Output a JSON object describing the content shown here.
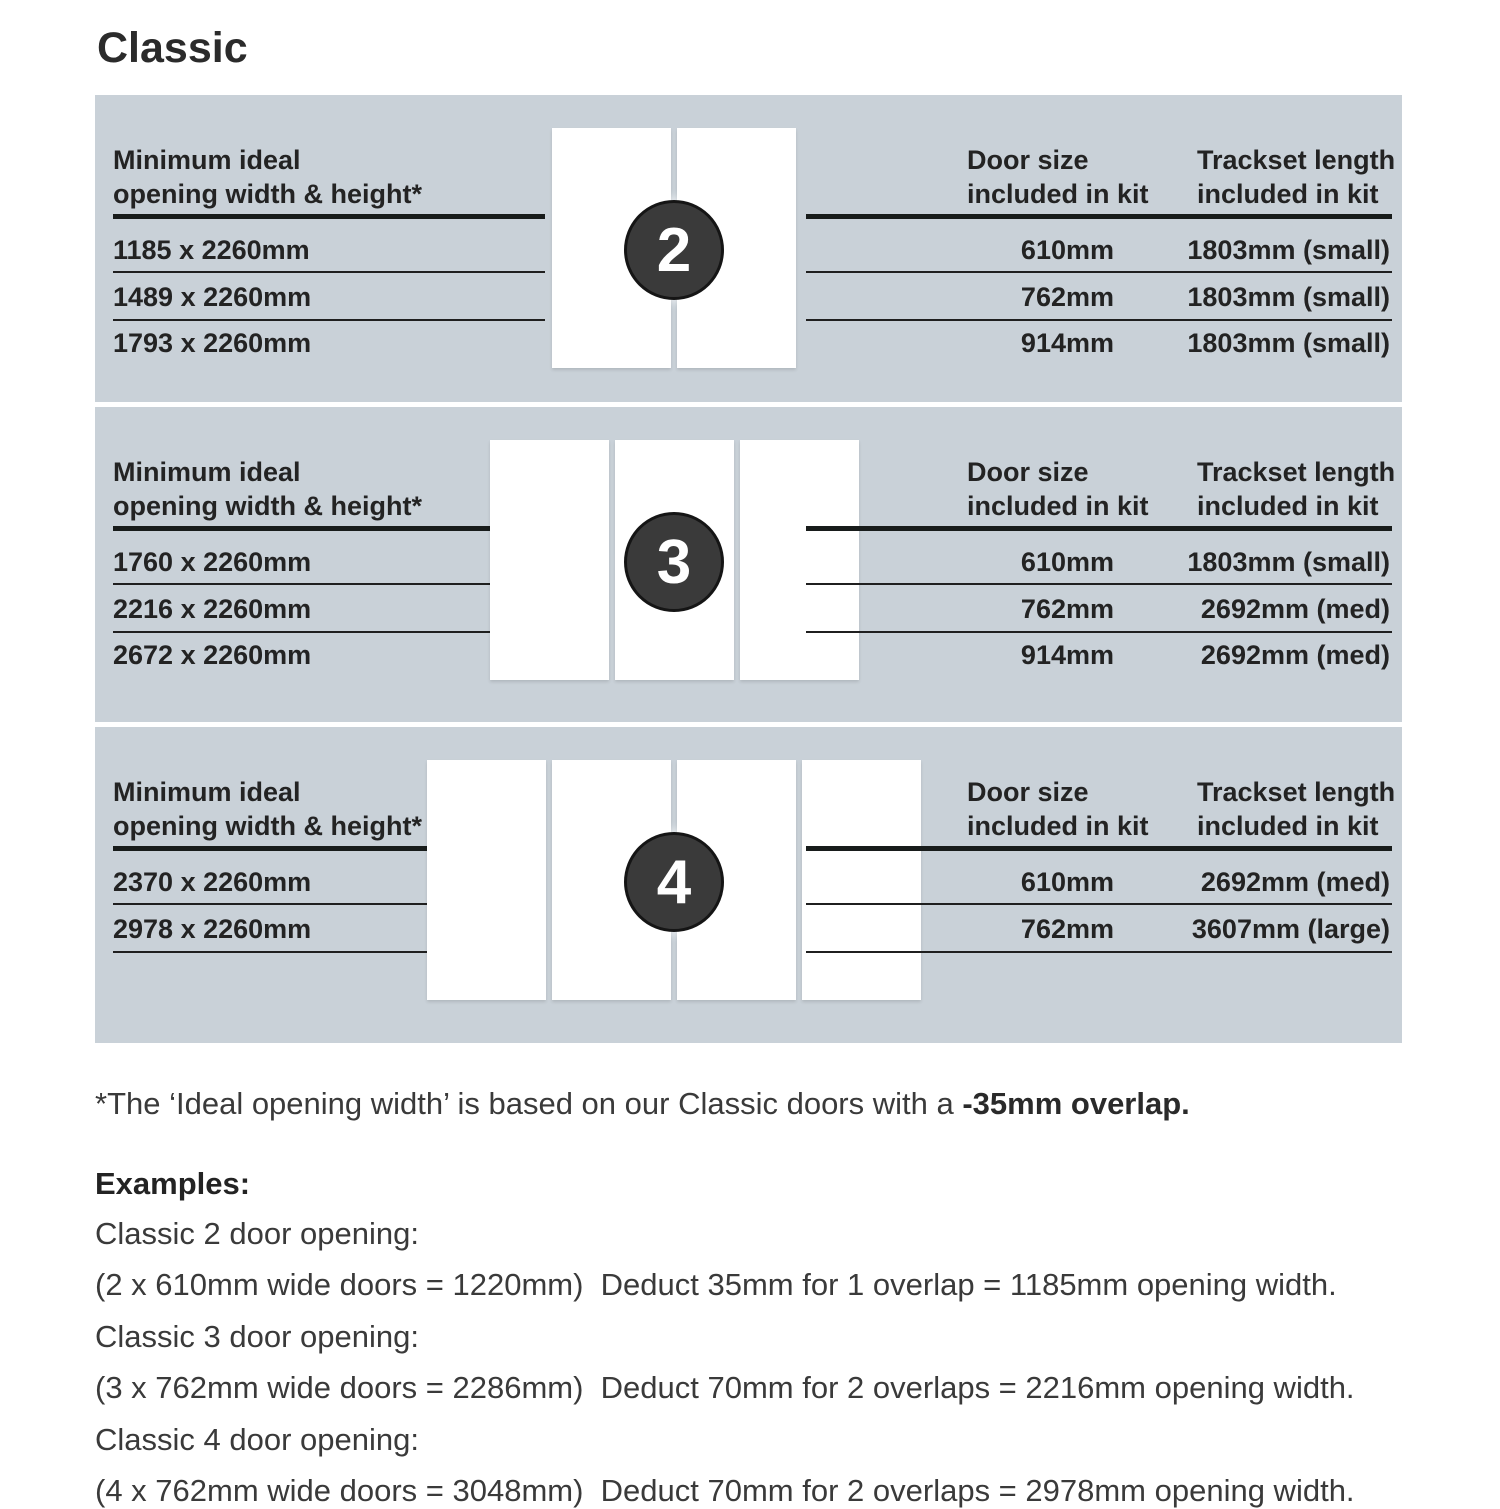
{
  "title": "Classic",
  "panel": {
    "bg": "#c9d1d8",
    "badge_color": "#3a3a3a",
    "headers": {
      "min_line1": "Minimum ideal",
      "min_line2": "opening width & height*",
      "door_col_line1": "Door size",
      "track_col_line1": "Trackset length",
      "col_line2": "included in kit"
    },
    "sections": [
      {
        "badge": "2",
        "door_count": 2,
        "min_opening_rows": [
          "1185 x 2260mm",
          "1489 x 2260mm",
          "1793 x 2260mm"
        ],
        "rows": [
          {
            "door_size": "610mm",
            "trackset": "1803mm (small)"
          },
          {
            "door_size": "762mm",
            "trackset": "1803mm (small)"
          },
          {
            "door_size": "914mm",
            "trackset": "1803mm (small)"
          }
        ]
      },
      {
        "badge": "3",
        "door_count": 3,
        "min_opening_rows": [
          "1760 x 2260mm",
          "2216 x 2260mm",
          "2672 x 2260mm"
        ],
        "rows": [
          {
            "door_size": "610mm",
            "trackset": "1803mm (small)"
          },
          {
            "door_size": "762mm",
            "trackset": "2692mm (med)"
          },
          {
            "door_size": "914mm",
            "trackset": "2692mm (med)"
          }
        ]
      },
      {
        "badge": "4",
        "door_count": 4,
        "min_opening_rows": [
          "2370 x 2260mm",
          "2978 x 2260mm"
        ],
        "rows": [
          {
            "door_size": "610mm",
            "trackset": "2692mm (med)"
          },
          {
            "door_size": "762mm",
            "trackset": "3607mm (large)"
          }
        ]
      }
    ]
  },
  "footnote": {
    "text": "*The ‘Ideal opening width’ is based on our Classic doors with a ",
    "bold": "-35mm overlap."
  },
  "examples": {
    "heading": "Examples:",
    "items": [
      {
        "label": "Classic 2 door opening:",
        "detail": "(2 x 610mm wide doors = 1220mm)  Deduct 35mm for 1 overlap = 1185mm opening width."
      },
      {
        "label": "Classic 3 door opening:",
        "detail": "(3 x 762mm wide doors = 2286mm)  Deduct 70mm for 2 overlaps = 2216mm opening width."
      },
      {
        "label": "Classic 4 door opening:",
        "detail": "(4 x 762mm wide doors = 3048mm)  Deduct 70mm for 2 overlaps = 2978mm opening width."
      }
    ]
  }
}
